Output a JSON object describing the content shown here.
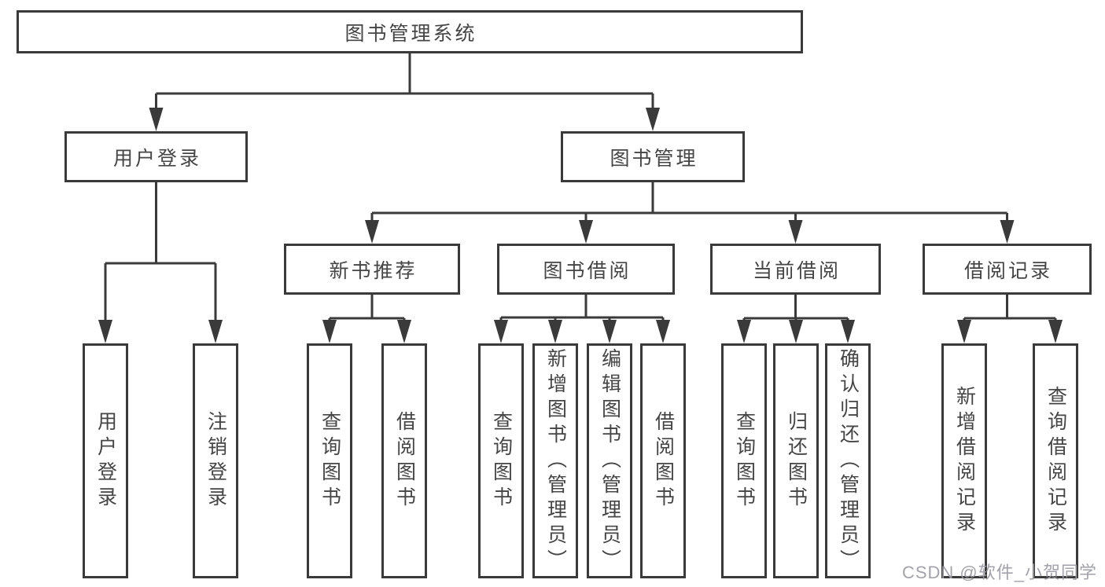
{
  "diagram": {
    "title": "图书管理系统",
    "branches": [
      {
        "label": "用户登录",
        "children": [
          "用户登录",
          "注销登录"
        ]
      },
      {
        "label": "图书管理",
        "children": [
          {
            "label": "新书推荐",
            "children": [
              "查询图书",
              "借阅图书"
            ]
          },
          {
            "label": "图书借阅",
            "children": [
              "查询图书",
              "新增图书（管理员）",
              "编辑图书（管理员）",
              "借阅图书"
            ]
          },
          {
            "label": "当前借阅",
            "children": [
              "查询图书",
              "归还图书",
              "确认归还（管理员）"
            ]
          },
          {
            "label": "借阅记录",
            "children": [
              "新增借阅记录",
              "查询借阅记录"
            ]
          }
        ]
      }
    ]
  },
  "watermark": {
    "text": "CSDN @软件_小贺同学"
  },
  "colors": {
    "line": "#3a3a3a",
    "border": "#3a3a3a",
    "text": "#454545",
    "background": "#ffffff",
    "watermark": "#9b9ba3"
  }
}
